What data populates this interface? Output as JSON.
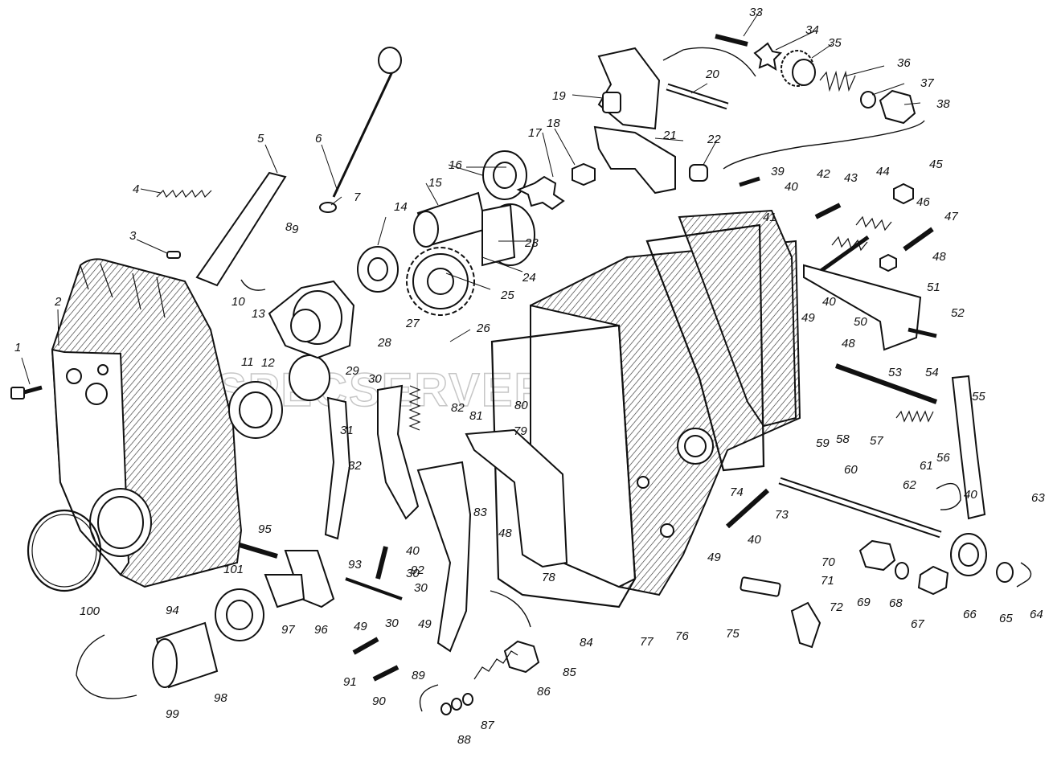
{
  "watermark": "SPECSERVER.COM",
  "labels": [
    "1",
    "2",
    "4",
    "5",
    "6",
    "7",
    "8",
    "9",
    "10",
    "11",
    "12",
    "13",
    "14",
    "15",
    "16",
    "17",
    "18",
    "19",
    "20",
    "21",
    "22",
    "23",
    "24",
    "25",
    "26",
    "27",
    "28",
    "29",
    "30",
    "30",
    "30",
    "30",
    "31",
    "32",
    "33",
    "34",
    "35",
    "36",
    "37",
    "38",
    "39",
    "40",
    "40",
    "40",
    "40",
    "40",
    "41",
    "42",
    "43",
    "44",
    "45",
    "46",
    "47",
    "48",
    "48",
    "48",
    "49",
    "49",
    "49",
    "49",
    "50",
    "51",
    "52",
    "53",
    "54",
    "55",
    "56",
    "57",
    "58",
    "59",
    "60",
    "61",
    "62",
    "63",
    "64",
    "65",
    "66",
    "67",
    "68",
    "69",
    "70",
    "71",
    "72",
    "73",
    "74",
    "75",
    "76",
    "77",
    "78",
    "79",
    "80",
    "81",
    "82",
    "83",
    "84",
    "85",
    "86",
    "87",
    "88",
    "89",
    "90",
    "91",
    "92",
    "93",
    "94",
    "95",
    "96",
    "97",
    "98",
    "99",
    "100",
    "101",
    "3"
  ]
}
